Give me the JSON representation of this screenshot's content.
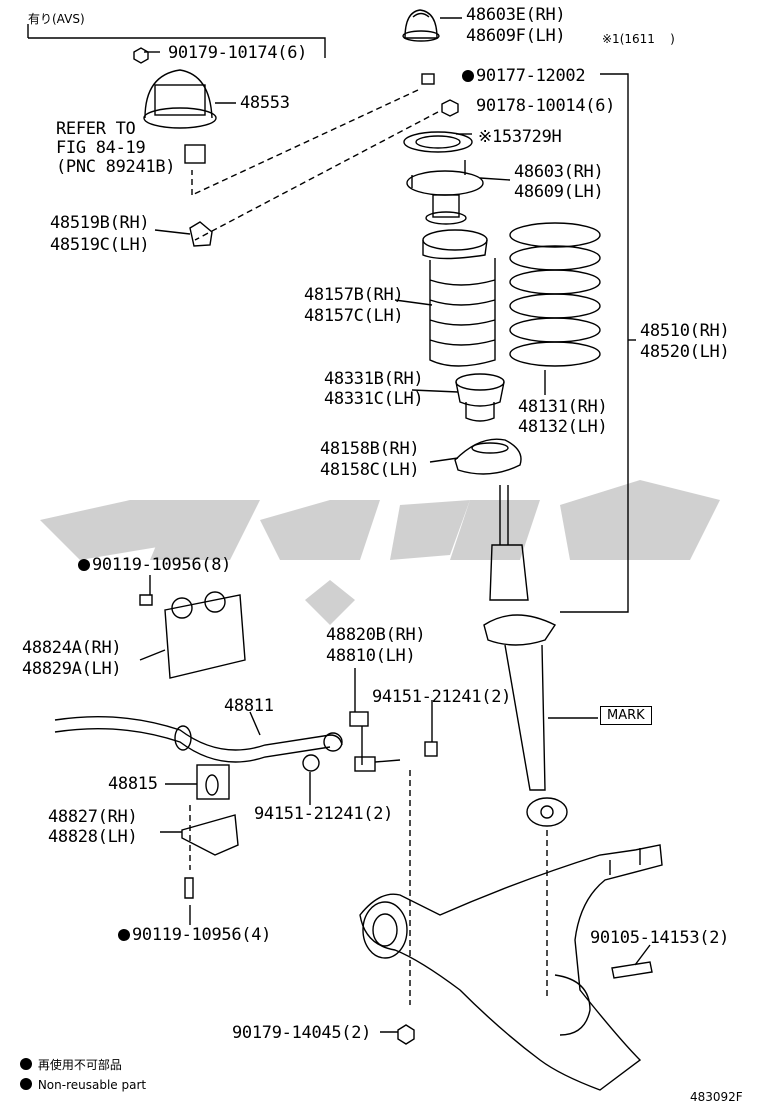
{
  "header": {
    "avs_label": "有り(AVS)",
    "note_right": "※1(1611    )"
  },
  "labels": {
    "p48603E": "48603E(RH)",
    "p48609F": "48609F(LH)",
    "p90179_10174": "90179-10174(6)",
    "p90177": "90177-12002",
    "p90178": "90178-10014(6)",
    "p48553": "48553",
    "p53729H": "※153729H",
    "refer1": "REFER TO",
    "refer2": "FIG 84-19",
    "refer3": "(PNC 89241B)",
    "p48603": "48603(RH)",
    "p48609": "48609(LH)",
    "p48519B": "48519B(RH)",
    "p48519C": "48519C(LH)",
    "p48157B": "48157B(RH)",
    "p48157C": "48157C(LH)",
    "p48510": "48510(RH)",
    "p48520": "48520(LH)",
    "p48331B": "48331B(RH)",
    "p48331C": "48331C(LH)",
    "p48131": "48131(RH)",
    "p48132": "48132(LH)",
    "p48158B": "48158B(RH)",
    "p48158C": "48158C(LH)",
    "p90119a": "90119-10956(8)",
    "p48824A": "48824A(RH)",
    "p48829A": "48829A(LH)",
    "p48820B": "48820B(RH)",
    "p48810": "48810(LH)",
    "p94151a": "94151-21241(2)",
    "mark": "MARK",
    "p48811": "48811",
    "p48815": "48815",
    "p94151b": "94151-21241(2)",
    "p48827": "48827(RH)",
    "p48828": "48828(LH)",
    "p90119b": "90119-10956(4)",
    "p90105": "90105-14153(2)",
    "p90179_14045": "90179-14045(2)"
  },
  "legend": {
    "jp": "再使用不可部品",
    "en": "Non-reusable part"
  },
  "diagram_id": "483092F",
  "colors": {
    "line": "#000000",
    "watermark": "#c8c8c8"
  }
}
